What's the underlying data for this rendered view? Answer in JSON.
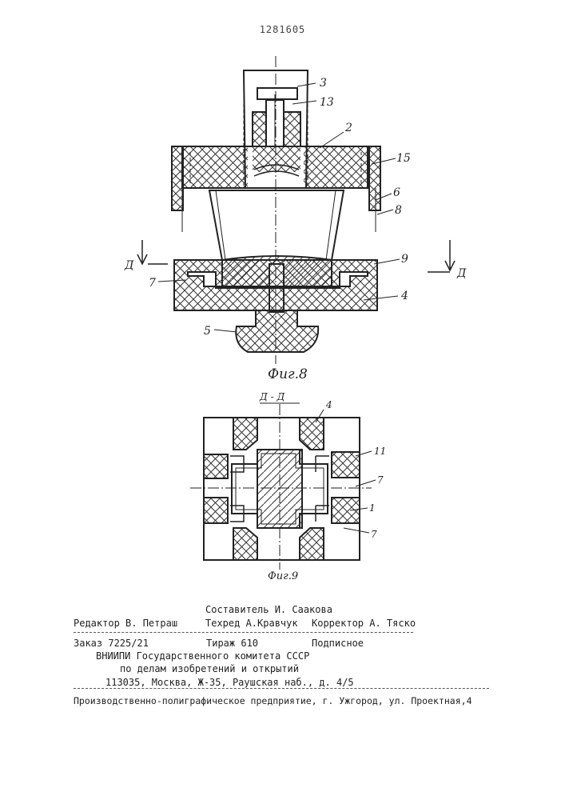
{
  "header": {
    "patent_number": "1281605"
  },
  "figure8": {
    "caption": "Фиг.8",
    "part_labels": [
      "3",
      "13",
      "2",
      "15",
      "6",
      "8",
      "9",
      "4",
      "5",
      "7"
    ],
    "section_marks": [
      "Д",
      "Д"
    ]
  },
  "figure9": {
    "caption": "Фиг.9",
    "section_title": "Д - Д",
    "part_labels": [
      "4",
      "11",
      "7",
      "1",
      "7"
    ]
  },
  "footer": {
    "compiler": "Составитель И. Саакова",
    "editor": "Редактор В. Петраш",
    "techred": "Техред А.Кравчук",
    "corrector": "Корректор А. Тяско",
    "order": "Заказ 7225/21",
    "circulation": "Тираж 610",
    "subscription": "Подписное",
    "org1": "ВНИИПИ Государственного комитета СССР",
    "org2": "по делам изобретений и открытий",
    "address": "113035, Москва, Ж-35, Раушская наб., д. 4/5",
    "printer": "Производственно-полиграфическое предприятие, г. Ужгород, ул. Проектная,4"
  }
}
